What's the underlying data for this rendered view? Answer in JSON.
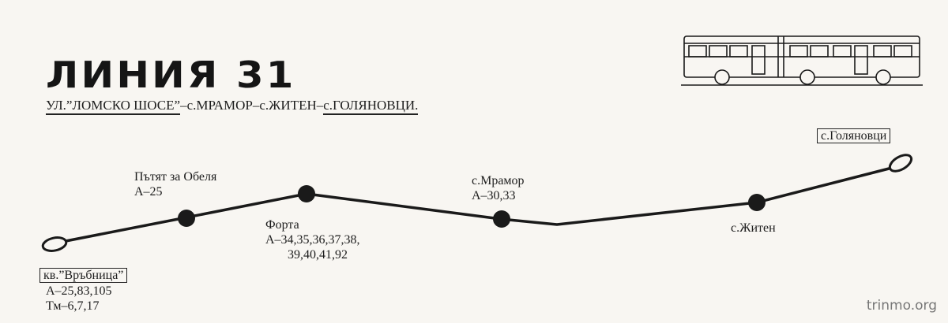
{
  "title": "ЛИНИЯ 31",
  "route": {
    "segments": [
      {
        "text": "УЛ.”ЛОМСКО ШОСЕ”",
        "underline": true
      },
      {
        "text": "–с.МРАМОР–с.ЖИТЕН–",
        "underline": false
      },
      {
        "text": "с.ГОЛЯНОВЦИ.",
        "underline": true
      }
    ]
  },
  "stops": {
    "vrabnitsa": {
      "name": "кв.”Връбница”",
      "lines": [
        "А–25,83,105",
        "Тм–6,7,17"
      ]
    },
    "obelya": {
      "name": "Пътят за Обеля",
      "lines": [
        "А–25"
      ]
    },
    "forta": {
      "name": "Форта",
      "lines": [
        "А–34,35,36,37,38,",
        "39,40,41,92"
      ]
    },
    "mramor": {
      "name": "с.Мрамор",
      "lines": [
        "А–30,33"
      ]
    },
    "zhiten": {
      "name": "с.Житен",
      "lines": []
    },
    "golyanovtsi": {
      "name": "с.Голяновци",
      "lines": []
    }
  },
  "icons": {
    "bus": "articulated-bus-icon",
    "stop": "stop-dot-icon",
    "terminus": "loop-terminus-icon"
  },
  "watermark": "trinmo.org"
}
